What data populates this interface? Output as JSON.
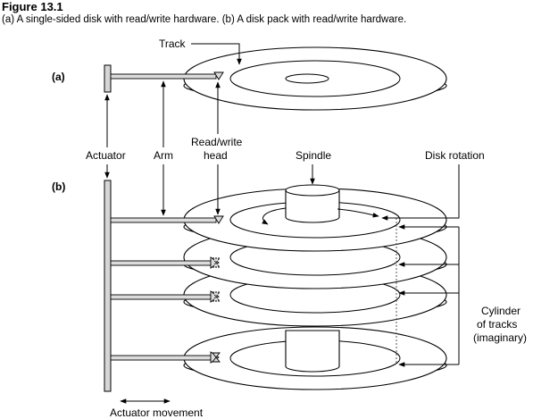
{
  "figure": {
    "number": "Figure 13.1",
    "caption": "(a) A single-sided disk with read/write hardware. (b) A disk pack with read/write hardware."
  },
  "labels": {
    "part_a": "(a)",
    "part_b": "(b)",
    "track": "Track",
    "actuator": "Actuator",
    "arm": "Arm",
    "read_write_line1": "Read/write",
    "read_write_line2": "head",
    "spindle": "Spindle",
    "disk_rotation": "Disk rotation",
    "cylinder_line1": "Cylinder",
    "cylinder_line2": "of tracks",
    "cylinder_line3": "(imaginary)",
    "actuator_movement": "Actuator movement"
  },
  "colors": {
    "line": "#000000",
    "component_fill": "#d6d6d6",
    "background": "#ffffff"
  }
}
